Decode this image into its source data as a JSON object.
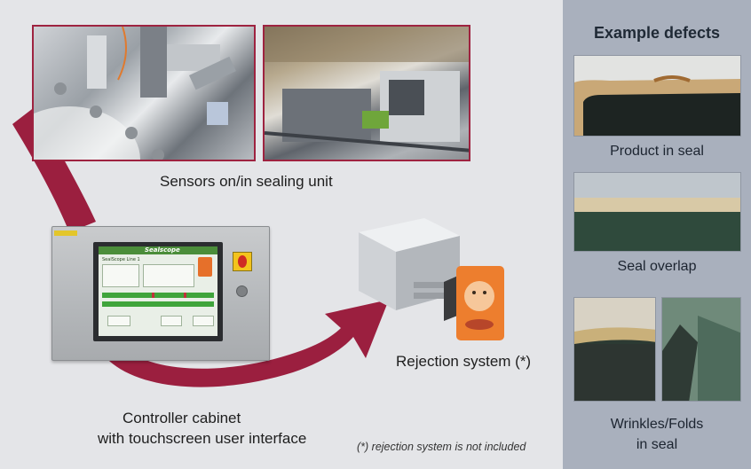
{
  "labels": {
    "sensors": "Sensors on/in sealing unit",
    "rejection": "Rejection system (*)",
    "controller_line1": "Controller cabinet",
    "controller_line2": "with touchscreen user interface",
    "note": "(*) rejection system is not included"
  },
  "screen": {
    "brand": "Sealscope",
    "line": "SealScope Line 1"
  },
  "defects": {
    "title": "Example defects",
    "items": [
      {
        "caption": "Product in seal"
      },
      {
        "caption": "Seal overlap"
      },
      {
        "caption_line1": "Wrinkles/Folds",
        "caption_line2": "in seal"
      }
    ]
  },
  "colors": {
    "arrow": "#9b1f3f",
    "panel": "#a9b0bd",
    "photo_border": "#9e2340",
    "screen_accent": "#4b8d3a"
  }
}
